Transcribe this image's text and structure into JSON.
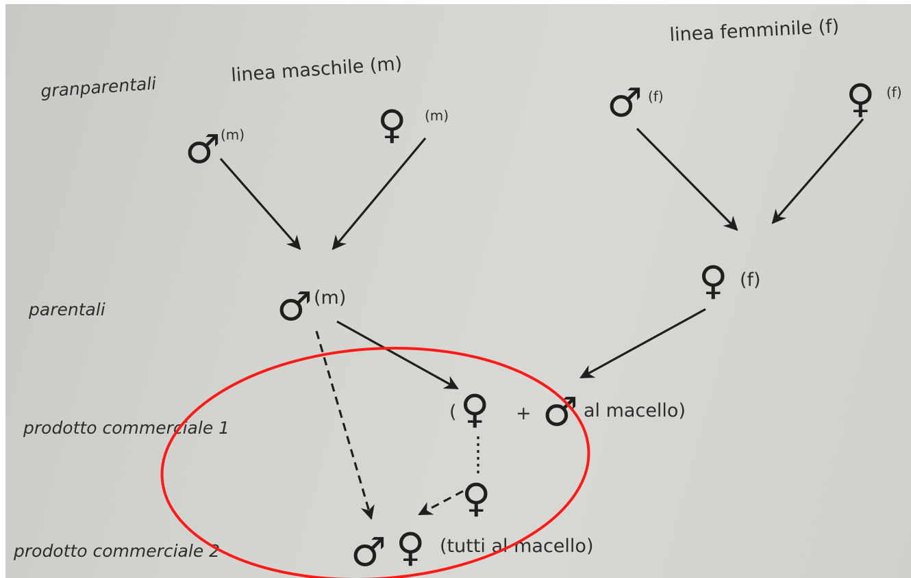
{
  "symbols": {
    "male": "♂",
    "female": "♀"
  },
  "row_labels": {
    "granparentali": "granparentali",
    "parentali": "parentali",
    "prodotto1": "prodotto commerciale 1",
    "prodotto2": "prodotto commerciale 2"
  },
  "lines": {
    "male_line": "linea maschile (m)",
    "female_line": "linea femminile (f)"
  },
  "tags": {
    "m": "(m)",
    "f": "(f)"
  },
  "product1": {
    "open": "(",
    "plus": "+",
    "suffix": "al macello)"
  },
  "product2": {
    "suffix": "(tutti al macello)"
  },
  "colors": {
    "highlight": "#ff1a1a",
    "ink": "#1f1f1f",
    "paper": "#d2d4cf"
  }
}
